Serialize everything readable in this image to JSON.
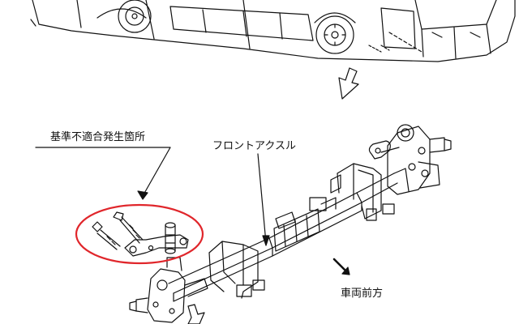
{
  "labels": {
    "defect_location": "基準不適合発生箇所",
    "front_axle": "フロントアクスル",
    "vehicle_front": "車両前方"
  },
  "colors": {
    "line": "#111111",
    "highlight_circle": "#e0262b",
    "background": "#ffffff"
  }
}
